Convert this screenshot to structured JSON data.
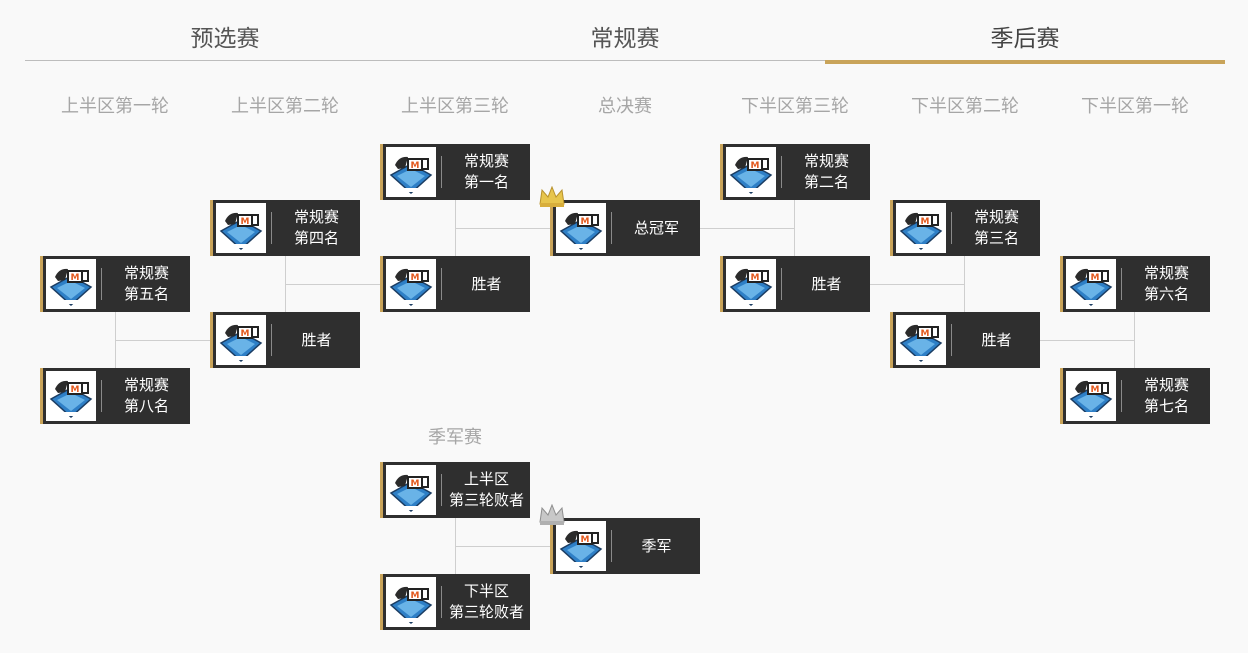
{
  "tabs": [
    {
      "label": "预选赛",
      "active": false
    },
    {
      "label": "常规赛",
      "active": false
    },
    {
      "label": "季后赛",
      "active": true
    }
  ],
  "accent_color": "#c9a45a",
  "card_bg": "#2f2f2f",
  "rounds": {
    "upper_r1": "上半区第一轮",
    "upper_r2": "上半区第二轮",
    "upper_r3": "上半区第三轮",
    "final": "总决赛",
    "lower_r3": "下半区第三轮",
    "lower_r2": "下半区第二轮",
    "lower_r1": "下半区第一轮"
  },
  "third_place_title": "季军赛",
  "cards": {
    "u1a": "常规赛\n第五名",
    "u1b": "常规赛\n第八名",
    "u2a": "常规赛\n第四名",
    "u2b": "胜者",
    "u3a": "常规赛\n第一名",
    "u3b": "胜者",
    "final": "总冠军",
    "l3a": "常规赛\n第二名",
    "l3b": "胜者",
    "l2a": "常规赛\n第三名",
    "l2b": "胜者",
    "l1a": "常规赛\n第六名",
    "l1b": "常规赛\n第七名",
    "t1": "上半区\n第三轮败者",
    "t2": "下半区\n第三轮败者",
    "third": "季军"
  },
  "logo_icon": "9ml-league-logo",
  "crown_icons": {
    "champion": "gold-crown-icon",
    "third": "silver-crown-icon"
  }
}
